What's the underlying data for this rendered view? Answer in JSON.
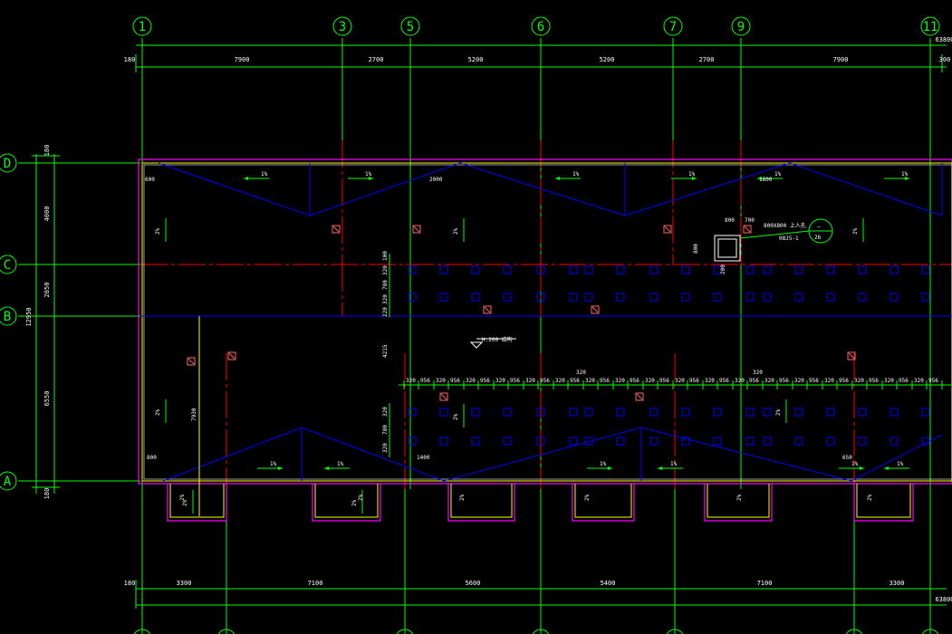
{
  "colors": {
    "background": "#000000",
    "axis_line": "#00ff00",
    "column_line": "#ff0000",
    "slope_line": "#0000ff",
    "wall_outline": "#ff00ff",
    "wall_inner": "#ffff00",
    "dimension_text": "#ffffff",
    "hole_marker": "#ff6666",
    "drain_square": "#0000ff"
  },
  "grid_axes_top": [
    {
      "label": "1"
    },
    {
      "label": "3"
    },
    {
      "label": "5"
    },
    {
      "label": "6"
    },
    {
      "label": "7"
    },
    {
      "label": "9"
    },
    {
      "label": "11"
    }
  ],
  "grid_axes_left": [
    {
      "label": "D"
    },
    {
      "label": "C"
    },
    {
      "label": "B"
    },
    {
      "label": "A"
    }
  ],
  "top_dimensions": [
    "180",
    "7900",
    "2700",
    "5200",
    "5200",
    "2700",
    "7900",
    "300"
  ],
  "top_total": "63800",
  "bottom_dimensions": [
    "180",
    "3300",
    "7100",
    "5600",
    "5400",
    "7100",
    "3300"
  ],
  "bottom_total": "63800",
  "left_dimensions": [
    "180",
    "4000",
    "2050",
    "6550",
    "180"
  ],
  "left_total": "12950",
  "top_slope_labels": [
    "1%",
    "1%",
    "1%",
    "1%",
    "1%",
    "1%"
  ],
  "bottom_slope_labels": [
    "1%",
    "1%",
    "1%",
    "1%",
    "1%",
    "1%"
  ],
  "vertical_slope_labels": [
    "2%",
    "2%",
    "2%",
    "2%",
    "2%",
    "2%",
    "2%",
    "2%"
  ],
  "pit_slope_labels": [
    "2%",
    "2%",
    "2%",
    "2%",
    "2%",
    "2%"
  ],
  "annotations": {
    "offset_600": "600",
    "offset_2000": "2000",
    "offset_1800": "1800",
    "offset_800": "800",
    "offset_1400": "1400",
    "offset_650": "650",
    "offset_700": "700",
    "offset_4215": "4215",
    "offset_7930": "7930",
    "pit_800": "800",
    "pit_700": "700",
    "pit_800v": "800",
    "pit_200": "200",
    "pit_note": "800X800 上人孔",
    "pit_note2": "08J5-1",
    "pit_callout_top": "—",
    "pit_callout_bottom": "26",
    "spacing_320": "320",
    "spacing_956": "956",
    "mid_320": "320",
    "mid_320b": "320",
    "row_dim_100": "100",
    "row_dim_320a": "320",
    "row_dim_780": "780",
    "row_dim_320b": "320",
    "row_dim_220": "220",
    "low_row_320": "320",
    "low_row_780": "780",
    "low_row_320b": "320",
    "elev_note": "H.200 结构"
  }
}
